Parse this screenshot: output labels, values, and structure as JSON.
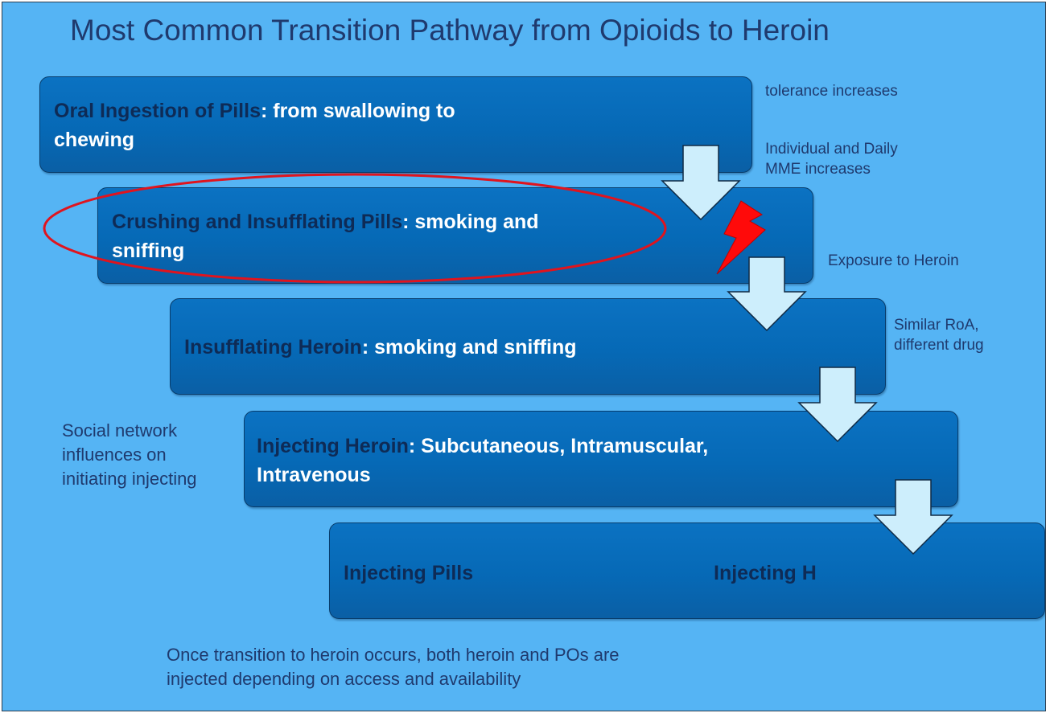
{
  "title": "Most Common Transition Pathway from Opioids to Heroin",
  "steps": [
    {
      "bold": "Oral Ingestion of Pills",
      "rest_line1": ": from swallowing to",
      "rest_line2": "chewing"
    },
    {
      "bold": "Crushing and Insufflating Pills",
      "rest_line1": ": smoking and",
      "rest_line2": "sniffing"
    },
    {
      "bold": "Insufflating Heroin",
      "rest_line1": ": smoking and sniffing"
    },
    {
      "bold": "Injecting Heroin",
      "rest_line1": ": Subcutaneous, Intramuscular,",
      "rest_line2": "Intravenous"
    },
    {
      "left": "Injecting Pills",
      "right": "Injecting H"
    }
  ],
  "notes": {
    "tolerance": "tolerance increases",
    "mme_line1": "Individual and Daily",
    "mme_line2": "MME increases",
    "exposure": "Exposure to Heroin",
    "roa_line1": "Similar RoA,",
    "roa_line2": "different drug",
    "social_line1": "Social network",
    "social_line2": "influences on",
    "social_line3": "initiating injecting",
    "bottom_line1": "Once transition to heroin occurs, both heroin and POs are",
    "bottom_line2": "injected depending on access and availability"
  },
  "colors": {
    "background": "#55b4f4",
    "box": "#0669b6",
    "box_text": "#ffffff",
    "box_text_dark": "#0e2b56",
    "arrow": "#cdeefc",
    "highlight_ellipse": "#e0141e",
    "lightning": "#ff0a0a"
  },
  "icons": [
    "down-arrow-icon",
    "lightning-bolt-icon"
  ]
}
